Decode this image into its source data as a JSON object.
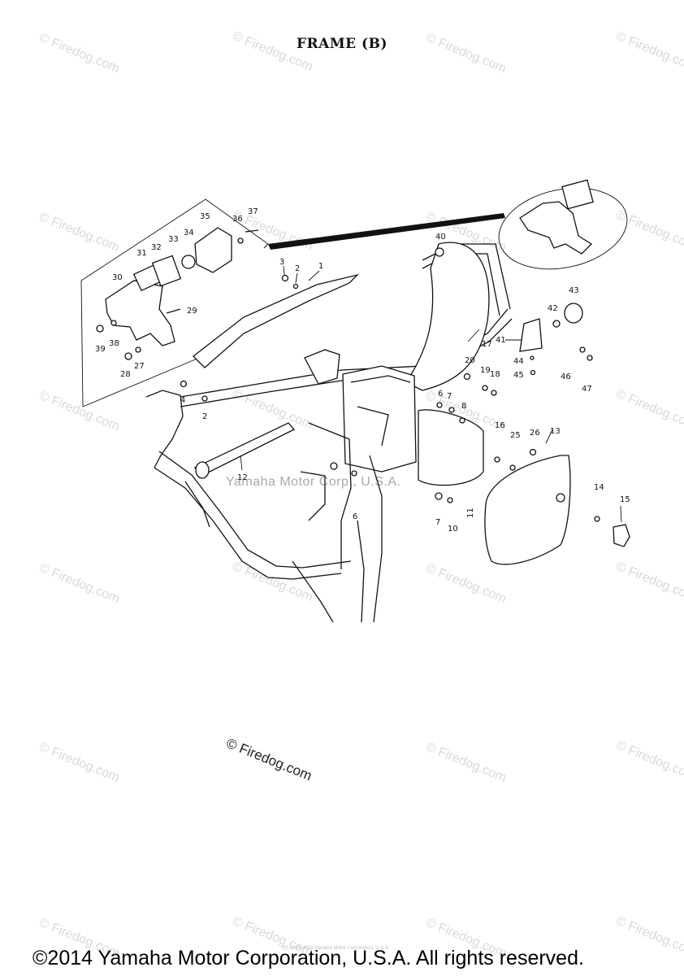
{
  "title": "FRAME (B)",
  "footer": "©2014 Yamaha Motor Corporation, U.S.A. All rights reserved.",
  "fine_print": "(c) 2005-2015 Yamaha Motor Corporation, U.S.A.",
  "watermark": {
    "small_text": "© Firedog.com",
    "center_text": "© Firedog.com",
    "mid_text": "Yamaha Motor Corp., U.S.A."
  },
  "callouts": [
    "1",
    "2",
    "2",
    "3",
    "4",
    "6",
    "6",
    "7",
    "7",
    "8",
    "10",
    "11",
    "12",
    "13",
    "14",
    "15",
    "16",
    "17",
    "18",
    "19",
    "20",
    "25",
    "26",
    "27",
    "28",
    "29",
    "30",
    "31",
    "32",
    "33",
    "34",
    "35",
    "36",
    "37",
    "38",
    "39",
    "40",
    "41",
    "42",
    "43",
    "44",
    "45",
    "46",
    "47"
  ]
}
